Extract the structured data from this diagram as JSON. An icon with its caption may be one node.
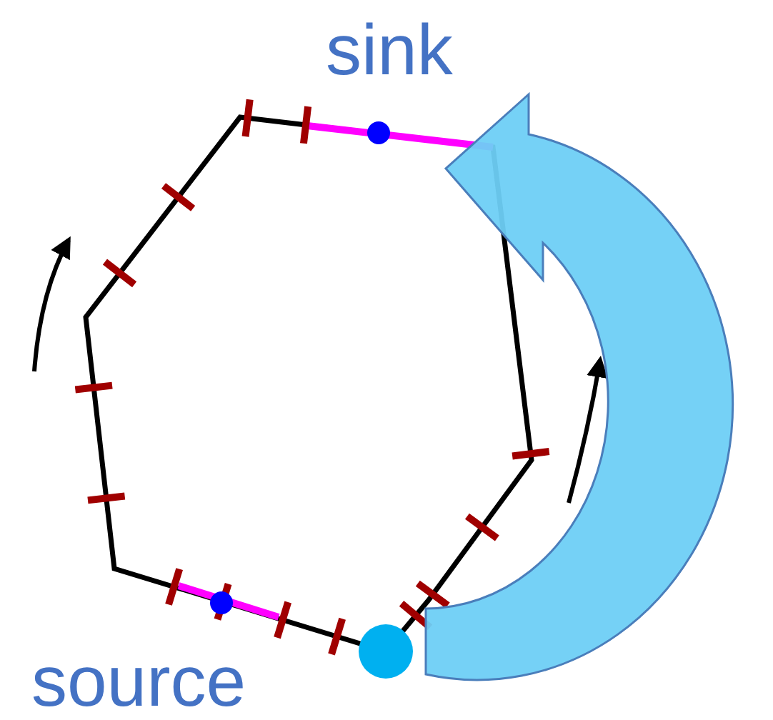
{
  "diagram": {
    "nodes": [
      {
        "text": [
          "sink"
        ]
      },
      {
        "text": [],
        "shape": "circle",
        "beside": [
          "source"
        ]
      }
    ],
    "edges": [
      {
        "from": 1,
        "to": 0,
        "arrow": "to"
      }
    ]
  }
}
